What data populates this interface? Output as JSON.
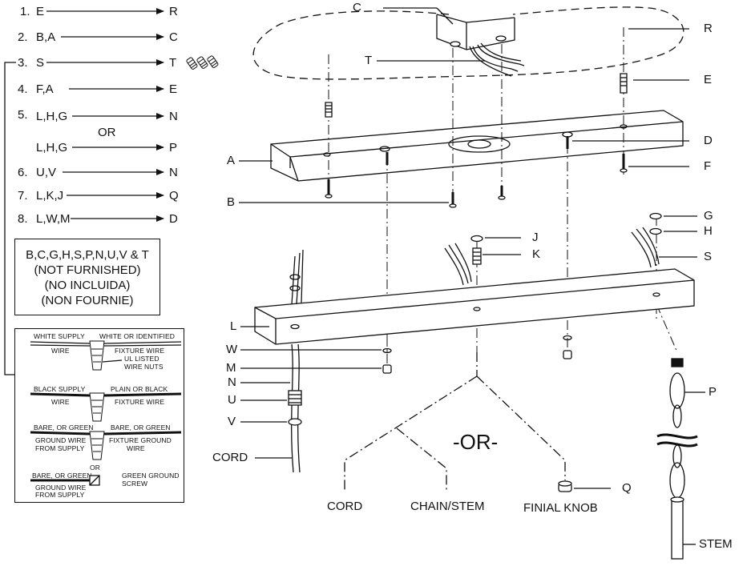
{
  "steps": [
    {
      "num": "1.",
      "from": "E",
      "to": "R"
    },
    {
      "num": "2.",
      "from": "B,A",
      "to": "C"
    },
    {
      "num": "3.",
      "from": "S",
      "to": "T"
    },
    {
      "num": "4.",
      "from": "F,A",
      "to": "E"
    },
    {
      "num": "5.",
      "from": "L,H,G",
      "to": "N"
    },
    {
      "num": "",
      "from": "L,H,G",
      "to": "P"
    },
    {
      "num": "6.",
      "from": "U,V",
      "to": "N"
    },
    {
      "num": "7.",
      "from": "L,K,J",
      "to": "Q"
    },
    {
      "num": "8.",
      "from": "L,W,M",
      "to": "D"
    }
  ],
  "or_word": "OR",
  "not_furnished": {
    "parts": "B,C,G,H,S,P,N,U,V & T",
    "en": "(NOT FURNISHED)",
    "es": "(NO INCLUIDA)",
    "fr": "(NON FOURNIE)"
  },
  "wiring": {
    "white_supply": "WHITE SUPPLY",
    "wire": "WIRE",
    "white_identified": "WHITE OR IDENTIFIED",
    "fixture_wire": "FIXTURE WIRE",
    "ul_listed": "UL LISTED",
    "wire_nuts": "WIRE NUTS",
    "black_supply": "BLACK SUPPLY",
    "plain_black": "PLAIN OR BLACK",
    "bare_green": "BARE, OR GREEN",
    "ground_wire": "GROUND WIRE",
    "from_supply": "FROM SUPPLY",
    "fixture_ground": "FIXTURE GROUND",
    "or": "OR",
    "green_ground": "GREEN GROUND",
    "screw": "SCREW"
  },
  "labels": {
    "C": "C",
    "R": "R",
    "T": "T",
    "E": "E",
    "D": "D",
    "A": "A",
    "F": "F",
    "B": "B",
    "G": "G",
    "H": "H",
    "J": "J",
    "K": "K",
    "S": "S",
    "L": "L",
    "W": "W",
    "M": "M",
    "N": "N",
    "U": "U",
    "V": "V",
    "P": "P",
    "Q": "Q",
    "cord": "CORD",
    "stem": "STEM"
  },
  "options": {
    "big_or": "-OR-",
    "cord": "CORD",
    "chain_stem": "CHAIN/STEM",
    "finial_knob": "FINIAL KNOB"
  }
}
